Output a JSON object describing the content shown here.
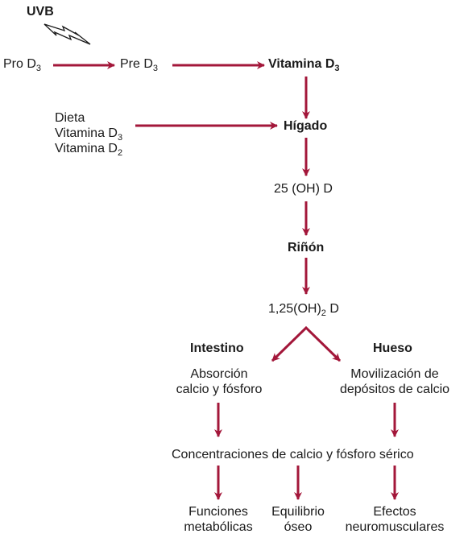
{
  "colors": {
    "arrow": "#a3173a",
    "text": "#1a1a1a"
  },
  "icons": {
    "uvb": "lightning-bolt-icon"
  },
  "nodes": {
    "uvb": "UVB",
    "pro_d3": {
      "text": "Pro D",
      "sub": "3"
    },
    "pre_d3": {
      "text": "Pre D",
      "sub": "3"
    },
    "vitamina_d3": {
      "text": "Vitamina D",
      "sub": "3"
    },
    "dieta": "Dieta",
    "dieta_vit_d3": {
      "text": "Vitamina D",
      "sub": "3"
    },
    "dieta_vit_d2": {
      "text": "Vitamina D",
      "sub": "2"
    },
    "higado": "Hígado",
    "oh25d": "25 (OH) D",
    "rinon": "Riñón",
    "oh125d": {
      "pre": "1,25(OH)",
      "sub": "2",
      "post": " D"
    },
    "intestino": "Intestino",
    "hueso": "Hueso",
    "absorcion_l1": "Absorción",
    "absorcion_l2": "calcio y fósforo",
    "movilizacion_l1": "Movilización de",
    "movilizacion_l2": "depósitos de calcio",
    "concentraciones": "Concentraciones de calcio y fósforo sérico",
    "funciones_l1": "Funciones",
    "funciones_l2": "metabólicas",
    "equilibrio_l1": "Equilibrio",
    "equilibrio_l2": "óseo",
    "efectos_l1": "Efectos",
    "efectos_l2": "neuromusculares"
  }
}
